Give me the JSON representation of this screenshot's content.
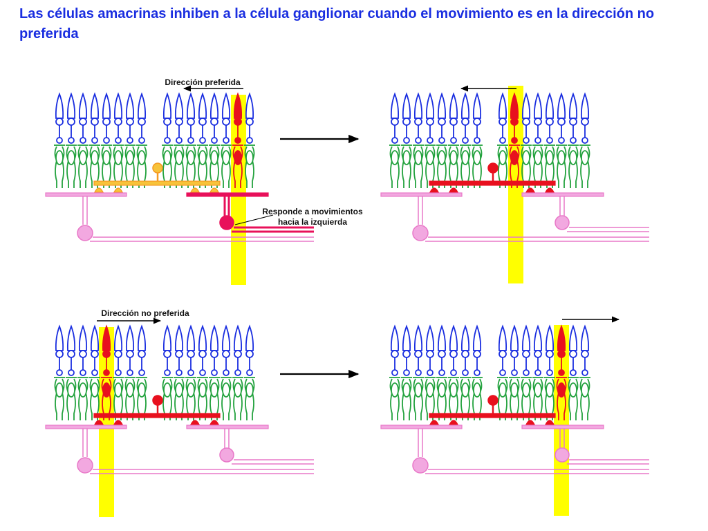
{
  "title": "Las células amacrinas inhiben a la célula ganglionar cuando el movimiento es en la dirección no preferida",
  "labels": {
    "preferred_direction": "Dirección preferida",
    "non_preferred_direction": "Dirección no preferida",
    "responds_left": "Responde a movimientos",
    "responds_left_2": "hacia la izquierda"
  },
  "colors": {
    "title": "#1a2ee0",
    "outer_segment": "#1a2ee0",
    "inner_segment": "#23a23e",
    "stimulus": "#ffff00",
    "active": "#e8101e",
    "amacrine_inactive": "#f59a23",
    "amacrine_inactive_light": "#f7c33a",
    "bipolar": "#e878c8",
    "bipolar_fill": "#f2a8e0",
    "ganglion_active": "#e8105a",
    "arrow": "#000000"
  },
  "icons": [
    "photoreceptor-icon",
    "amacrine-cell-icon",
    "ganglion-cell-icon",
    "stimulus-bar-icon",
    "arrow-icon"
  ]
}
